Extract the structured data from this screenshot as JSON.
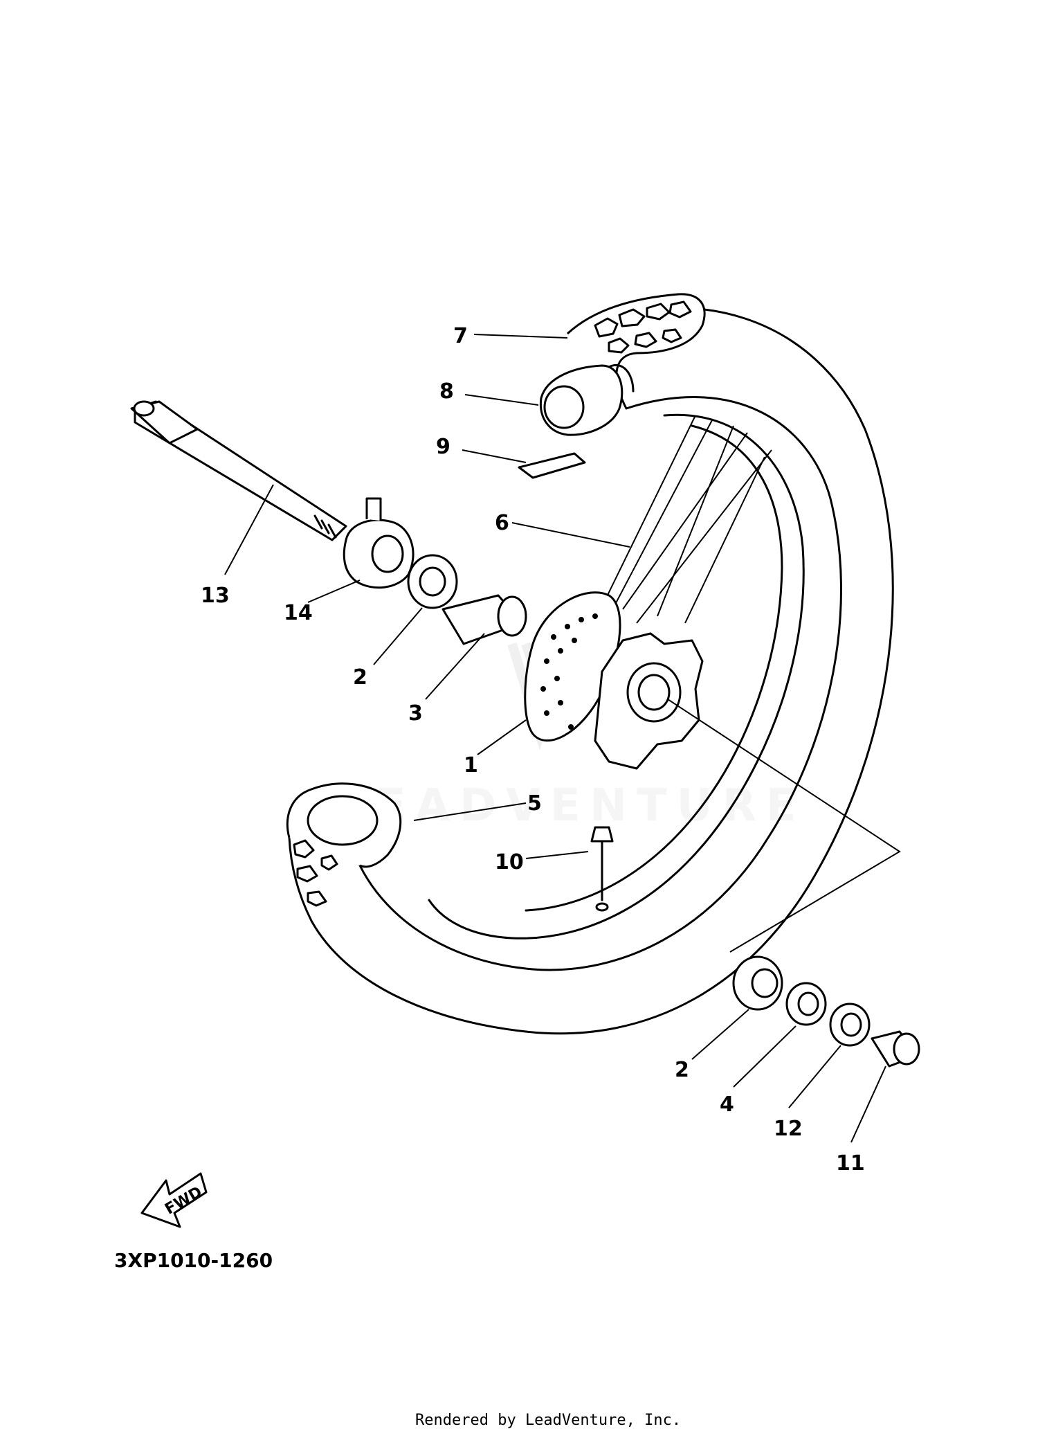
{
  "diagram": {
    "callouts": [
      {
        "id": "c7",
        "label": "7"
      },
      {
        "id": "c8",
        "label": "8"
      },
      {
        "id": "c9",
        "label": "9"
      },
      {
        "id": "c6",
        "label": "6"
      },
      {
        "id": "c13",
        "label": "13"
      },
      {
        "id": "c14",
        "label": "14"
      },
      {
        "id": "c2a",
        "label": "2"
      },
      {
        "id": "c3",
        "label": "3"
      },
      {
        "id": "c1",
        "label": "1"
      },
      {
        "id": "c5",
        "label": "5"
      },
      {
        "id": "c10",
        "label": "10"
      },
      {
        "id": "c2b",
        "label": "2"
      },
      {
        "id": "c4",
        "label": "4"
      },
      {
        "id": "c12",
        "label": "12"
      },
      {
        "id": "c11",
        "label": "11"
      }
    ],
    "fwd_label": "FWD",
    "diagram_code": "3XP1010-1260",
    "watermark": "LEADVENTURE",
    "footer": "Rendered by LeadVenture, Inc."
  }
}
